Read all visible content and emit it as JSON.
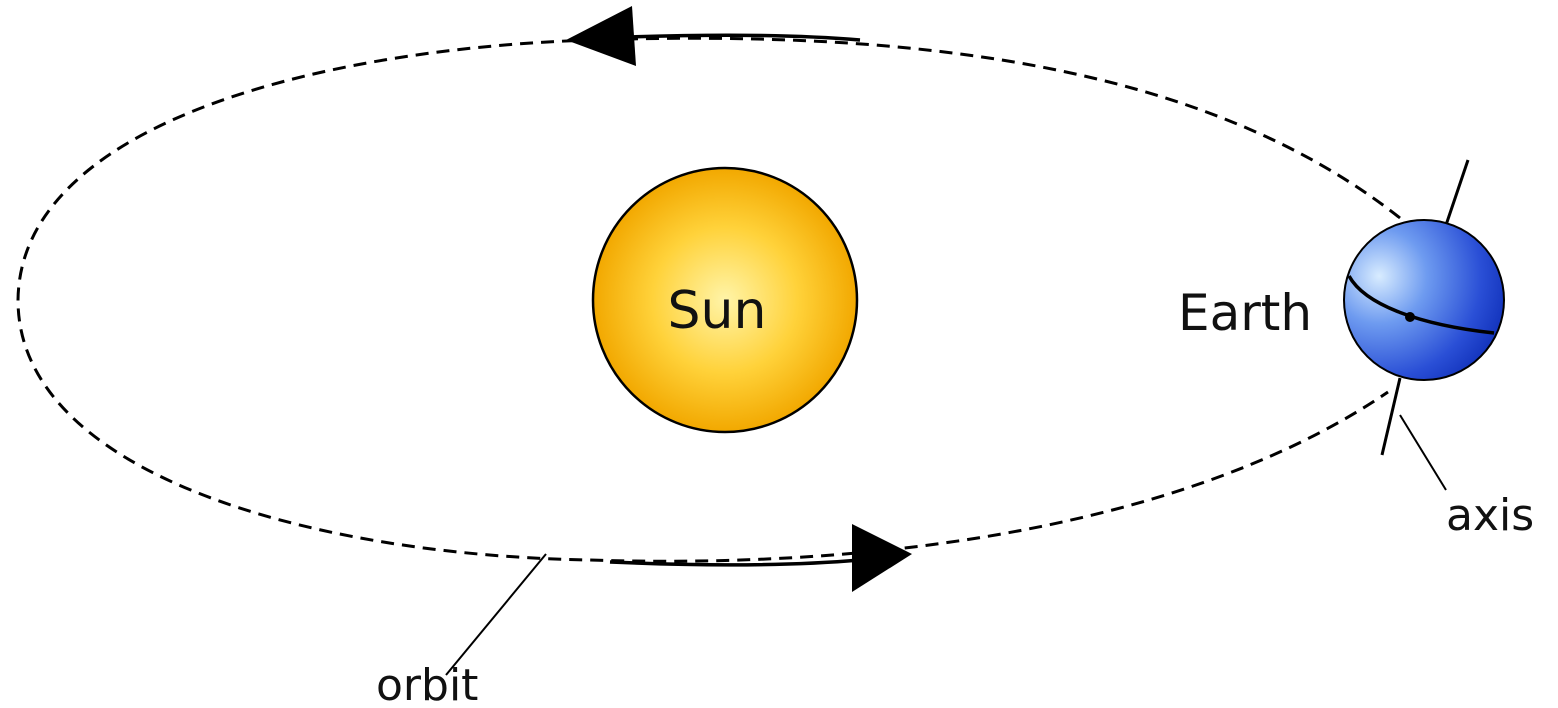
{
  "labels": {
    "sun": "Sun",
    "earth": "Earth",
    "axis": "axis",
    "orbit": "orbit"
  },
  "colors": {
    "sun_light": "#FFF4A8",
    "sun_mid": "#FFD23A",
    "sun_dark": "#F2A800",
    "earth_light": "#D8ECFF",
    "earth_mid": "#4E7FE6",
    "earth_dark": "#0F2FB8",
    "line": "#000000"
  },
  "icons": {
    "orbit_direction": "arrowhead"
  }
}
